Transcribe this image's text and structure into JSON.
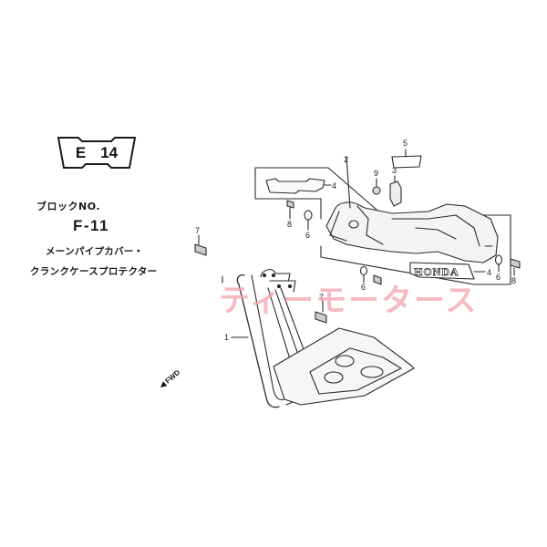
{
  "section": {
    "letter": "E",
    "number": "14"
  },
  "block": {
    "label": "ブロックNO.",
    "number": "F-11",
    "description_line1": "メーンパイプカバー・",
    "description_line2": "クランクケースプロテクター"
  },
  "watermark": {
    "text": "ティーモータース",
    "color": "#f3a3ad"
  },
  "direction_marker": {
    "icon": "arrow-down-left-icon",
    "label": "FWD"
  },
  "decal_text": "HONDA",
  "callouts": [
    {
      "part": "1",
      "name": "crankcase-protector"
    },
    {
      "part": "2",
      "name": "main-pipe-cover"
    },
    {
      "part": "3",
      "name": "clip"
    },
    {
      "part": "4",
      "name": "emblem-decal"
    },
    {
      "part": "4",
      "name": "honda-decal"
    },
    {
      "part": "5",
      "name": "label"
    },
    {
      "part": "6",
      "name": "washer"
    },
    {
      "part": "6",
      "name": "washer"
    },
    {
      "part": "6",
      "name": "washer"
    },
    {
      "part": "6",
      "name": "washer"
    },
    {
      "part": "7",
      "name": "bolt"
    },
    {
      "part": "7",
      "name": "bolt"
    },
    {
      "part": "8",
      "name": "bolt"
    },
    {
      "part": "8",
      "name": "bolt"
    },
    {
      "part": "9",
      "name": "nut"
    }
  ],
  "colors": {
    "line": "#2a2a2a",
    "background": "#ffffff",
    "fill": "#f4f4f4"
  }
}
